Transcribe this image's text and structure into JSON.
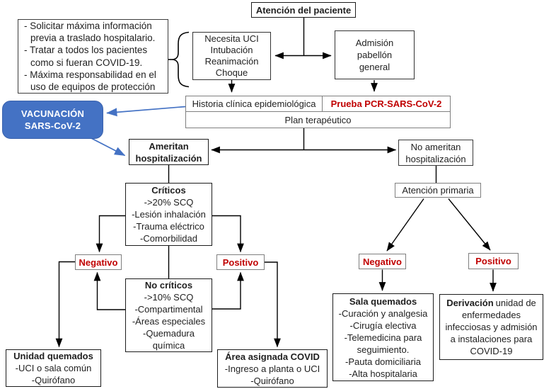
{
  "colors": {
    "accent_blue": "#4472C4",
    "status_red": "#C00000",
    "wire_black": "#000000",
    "border_gray": "#7f7f7f"
  },
  "results": {
    "negative": "Negativo",
    "positive": "Positivo"
  },
  "nodes": {
    "patient_care": {
      "label": "Atención del paciente"
    },
    "precautions": {
      "lines": [
        "- Solicitar máxima información",
        "previa a traslado hospitalario.",
        "- Tratar a todos los pacientes",
        "como si fueran COVID-19.",
        "- Máxima responsabilidad en el",
        "uso de equipos de protección"
      ]
    },
    "icu_need": {
      "lines": [
        "Necesita UCI",
        "Intubación",
        "Reanimación",
        "Choque"
      ]
    },
    "general_admission": {
      "lines": [
        "Admisión",
        "pabellón",
        "general"
      ]
    },
    "clinical_history": {
      "label": "Historia clínica epidemiológica"
    },
    "pcr_test": {
      "label": "Prueba PCR-SARS-CoV-2"
    },
    "therapeutic_plan": {
      "label": "Plan terapéutico"
    },
    "vaccination": {
      "lines": [
        "VACUNACIÓN",
        "SARS-CoV-2"
      ]
    },
    "needs_hospitalization": {
      "lines": [
        "Ameritan",
        "hospitalización"
      ]
    },
    "no_hospitalization": {
      "lines": [
        "No ameritan",
        "hospitalización"
      ]
    },
    "primary_care": {
      "label": "Atención primaria"
    },
    "critical": {
      "title": "Críticos",
      "lines": [
        "->20% SCQ",
        "-Lesión inhalación",
        "-Trauma eléctrico",
        "-Comorbilidad"
      ]
    },
    "non_critical": {
      "title": "No críticos",
      "lines": [
        "->10% SCQ",
        "-Compartimental",
        "-Áreas especiales",
        "-Quemadura",
        "química"
      ]
    },
    "burns_unit": {
      "title": "Unidad quemados",
      "lines": [
        "-UCI o sala común",
        "-Quirófano"
      ]
    },
    "covid_area": {
      "title": "Área asignada COVID",
      "lines": [
        "-Ingreso a planta o UCI",
        "-Quirófano"
      ]
    },
    "burns_ward": {
      "title": "Sala quemados",
      "lines": [
        "-Curación y analgesia",
        "-Cirugía electiva",
        "-Telemedicina para",
        "seguimiento.",
        "-Pauta domiciliaria",
        "-Alta hospitalaria"
      ]
    },
    "referral": {
      "title": "Derivación",
      "title_rest": "unidad de",
      "lines": [
        "enfermedades",
        "infecciosas y admisión",
        "a instalaciones para",
        "COVID-19"
      ]
    }
  }
}
